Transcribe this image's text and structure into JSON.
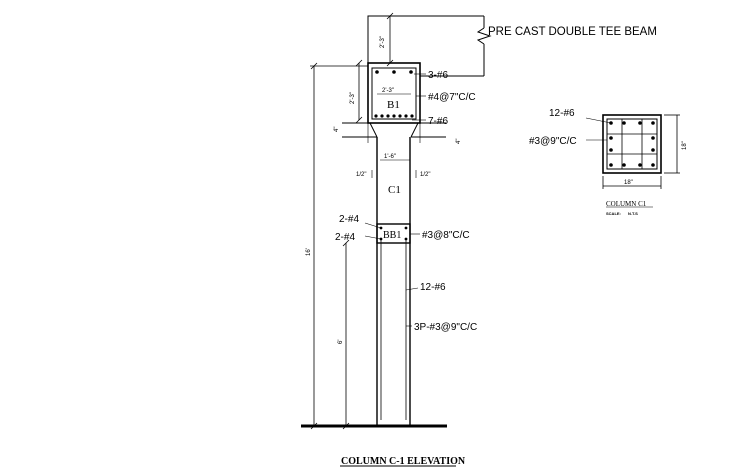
{
  "elevation": {
    "title": "COLUMN C-1 ELEVATION",
    "beam_label": "PRE CAST DOUBLE TEE BEAM",
    "top_dim": "2'-3\"",
    "overall_height": "16'",
    "lower_height": "6'",
    "bracket_dim_left": "2'-3\"",
    "beam_b1": {
      "name": "B1",
      "width_dim": "2'-3\"",
      "top_bars": "3-#6",
      "stirrups": "#4@7\"C/C",
      "bottom_bars": "7-#6"
    },
    "corbel": {
      "vertical_dim": "4\"",
      "horizontal_dim": "4\"",
      "spacing_dim": "1'-6\"",
      "edge_dim": "1/2\""
    },
    "column_label": "C1",
    "bond_beam": {
      "name": "BB1",
      "top_bars": "2-#4",
      "bottom_bars": "2-#4",
      "ties": "#3@8\"C/C"
    },
    "main_bars": "12-#6",
    "ties": "3P-#3@9\"C/C"
  },
  "section": {
    "title": "COLUMN C1",
    "scale_label": "SCALE:",
    "scale_value": "N.T.S",
    "bars": "12-#6",
    "ties": "#3@9\"C/C",
    "width_dim": "18\"",
    "height_dim": "18\""
  }
}
